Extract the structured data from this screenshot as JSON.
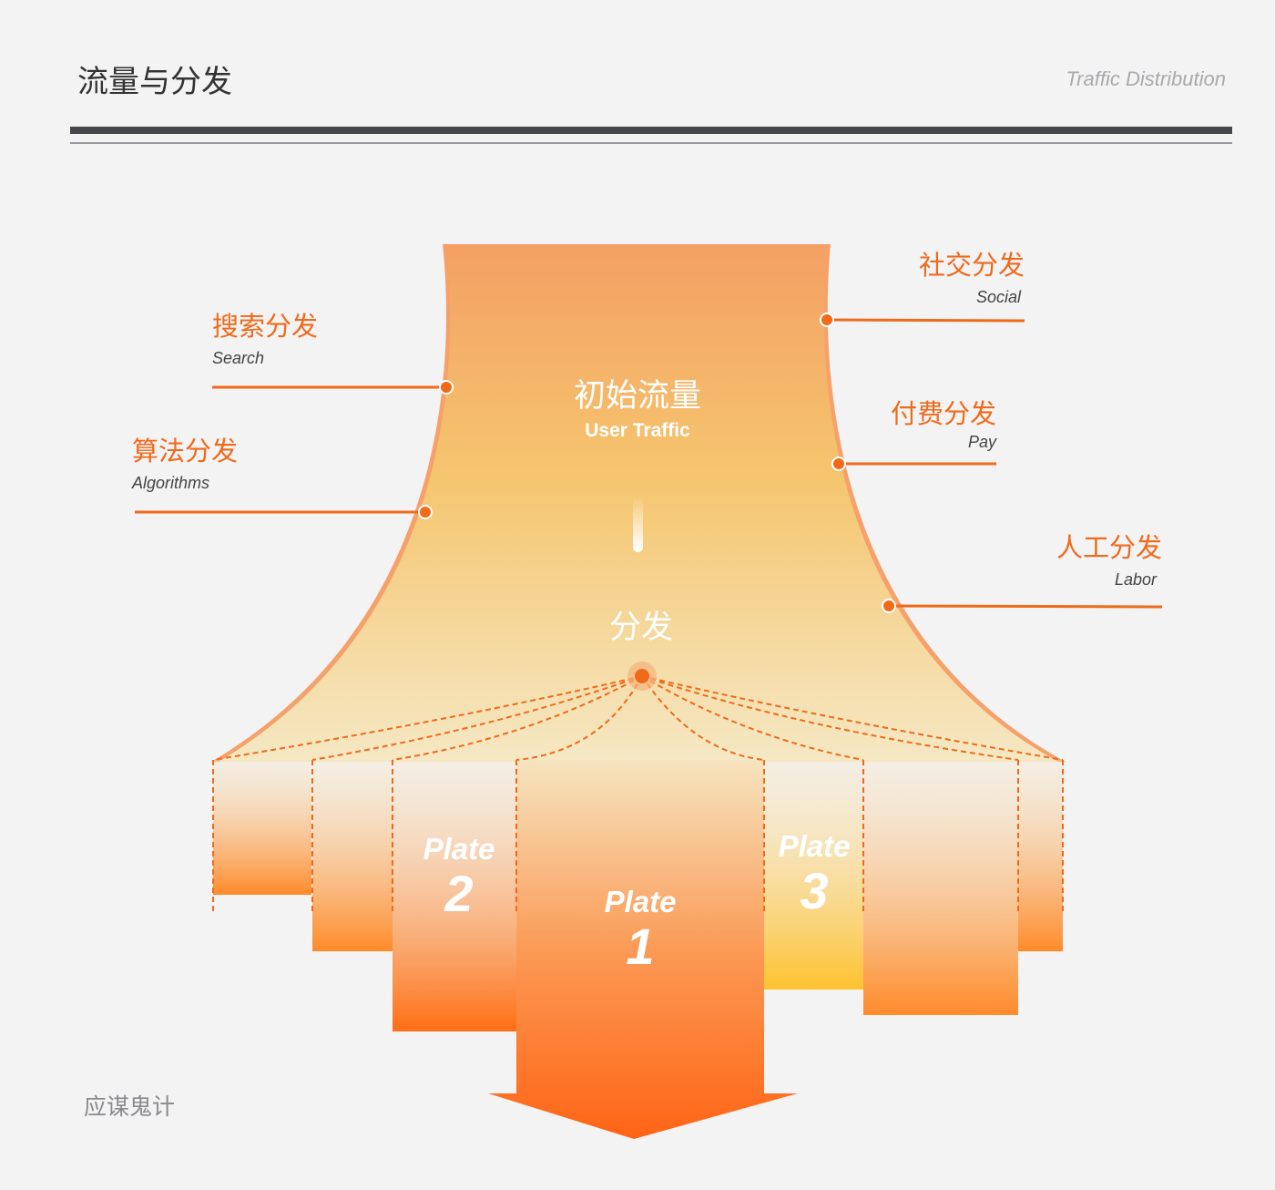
{
  "header": {
    "title": "流量与分发",
    "subtitle": "Traffic Distribution"
  },
  "center": {
    "zh": "初始流量",
    "en": "User Traffic",
    "distribute": "分发"
  },
  "labels": {
    "search": {
      "zh": "搜索分发",
      "en": "Search"
    },
    "algorithms": {
      "zh": "算法分发",
      "en": "Algorithms"
    },
    "social": {
      "zh": "社交分发",
      "en": "Social"
    },
    "pay": {
      "zh": "付费分发",
      "en": "Pay"
    },
    "labor": {
      "zh": "人工分发",
      "en": "Labor"
    }
  },
  "plates": {
    "p1": {
      "word": "Plate",
      "num": "1"
    },
    "p2": {
      "word": "Plate",
      "num": "2"
    },
    "p3": {
      "word": "Plate",
      "num": "3"
    }
  },
  "footer": "应谋鬼计",
  "colors": {
    "accent": "#f06a1a",
    "funnel_top": "#f4a064",
    "funnel_bottom": "#f5e8c4"
  }
}
